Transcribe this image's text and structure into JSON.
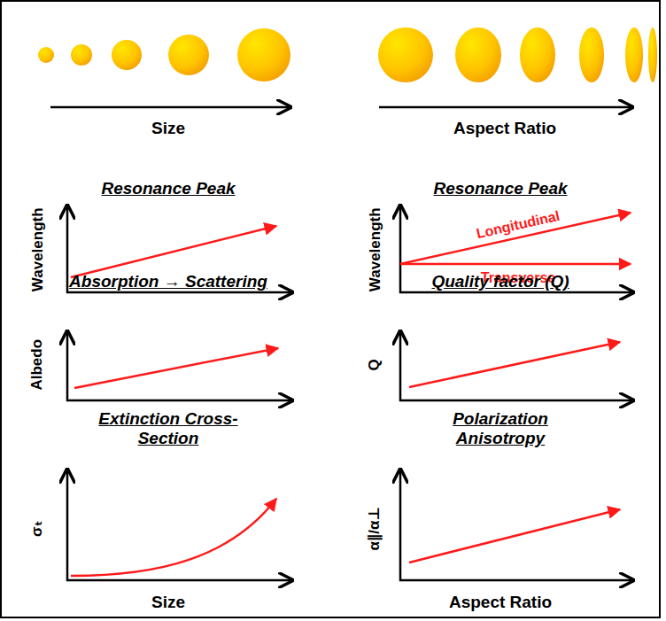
{
  "diagram": {
    "labels": [
      "Size",
      "Aspect Ratio",
      "Resonance Peak",
      "Wavelength",
      "Resonance Peak",
      "Wavelength",
      "Longitudinal",
      "Transverse",
      "Absorption → Scattering",
      "Albedo",
      "Quality factor (Q)",
      "Q",
      "Extinction Cross- Section",
      "σₜ",
      "Polarization Anisotropy",
      "α∥/α⊥",
      "Size",
      "Aspect Ratio"
    ]
  }
}
